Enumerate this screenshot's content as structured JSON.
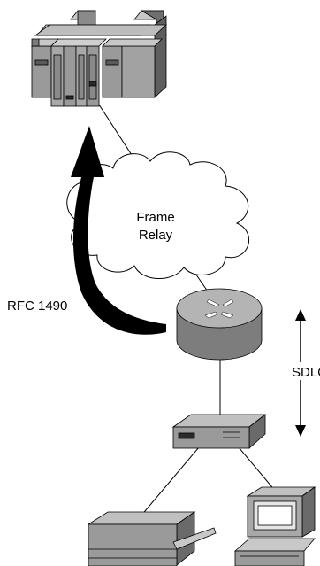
{
  "labels": {
    "cloud_line1": "Frame",
    "cloud_line2": "Relay",
    "protocol": "RFC 1490",
    "link": "SDLC"
  },
  "icons": {
    "mainframe": "mainframe-icon",
    "cloud": "frame-relay-cloud-icon",
    "router": "router-icon",
    "controller": "cluster-controller-icon",
    "printer": "printer-icon",
    "terminal": "terminal-icon"
  },
  "colors": {
    "device_gray": "#9a9a9a",
    "device_dark": "#6f6f6f",
    "device_light": "#c8c8c8",
    "outline": "#000000",
    "arrow": "#000000"
  }
}
